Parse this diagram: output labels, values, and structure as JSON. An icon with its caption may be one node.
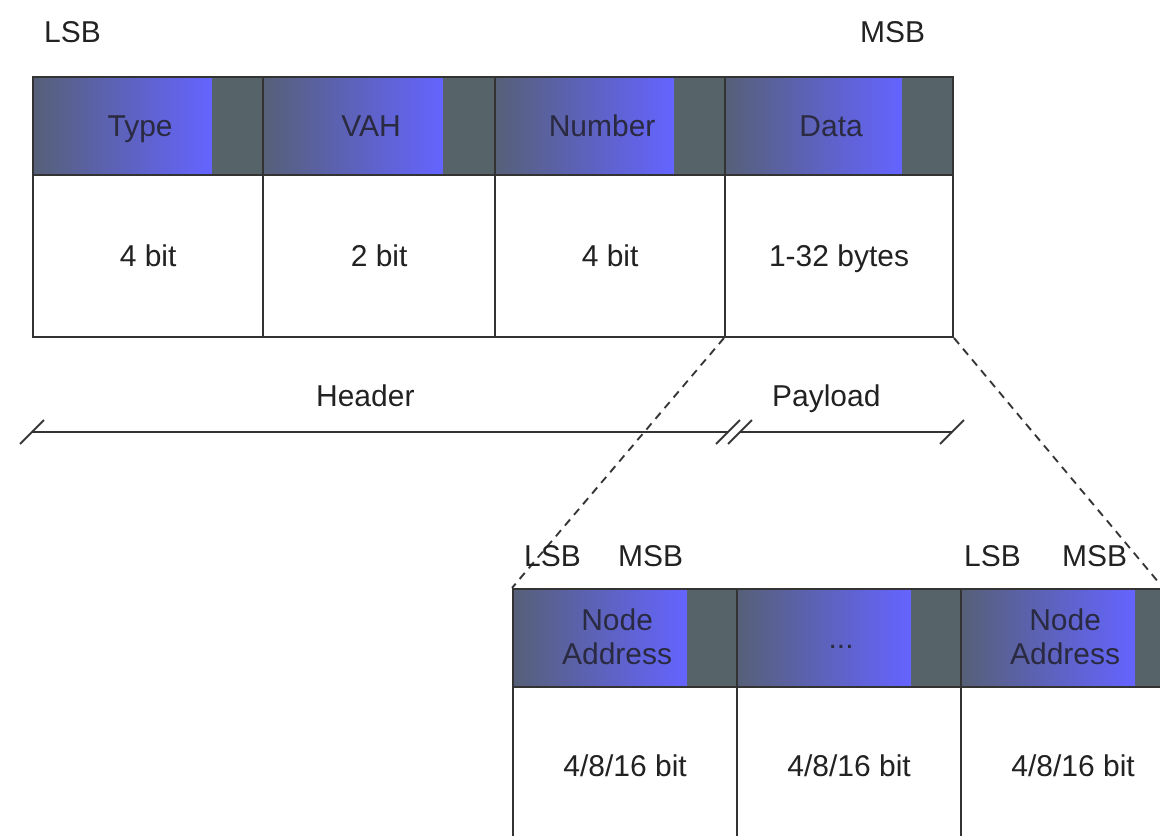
{
  "diagram": {
    "nodes": [
      {
        "text": [
          "Type",
          "4 bit"
        ]
      },
      {
        "text": [
          "VAH",
          "2 bit"
        ]
      },
      {
        "text": [
          "Number",
          "4 bit"
        ]
      },
      {
        "text": [
          "Data",
          "1-32 bytes"
        ]
      },
      {
        "text": [
          "Node Address",
          "4/8/16 bit"
        ]
      },
      {
        "text": [
          "...",
          "4/8/16 bit"
        ]
      },
      {
        "text": [
          "Node Address",
          "4/8/16 bit"
        ]
      }
    ],
    "edges": [
      {
        "from": 3,
        "to": 4,
        "arrow": "none",
        "style": "dashed"
      },
      {
        "from": 3,
        "to": 6,
        "arrow": "none",
        "style": "dashed"
      }
    ],
    "labels": [
      "LSB",
      "MSB",
      "Header",
      "Payload",
      "LSB",
      "MSB",
      "LSB",
      "MSB"
    ]
  }
}
